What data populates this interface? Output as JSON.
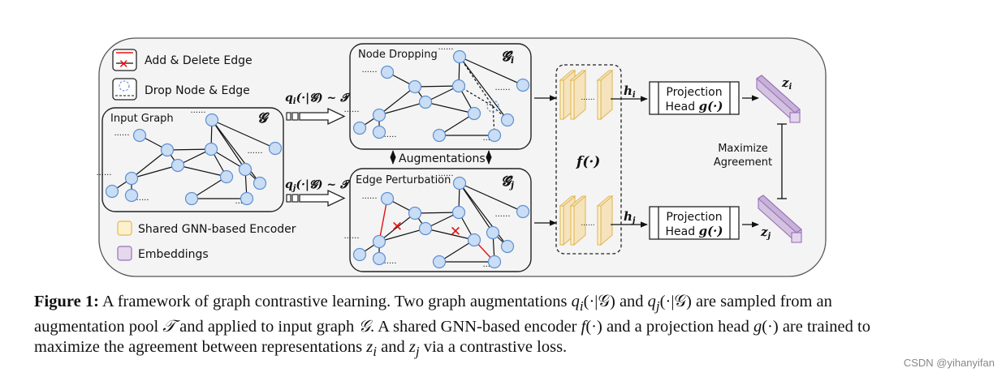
{
  "legend": {
    "add_delete_edge": "Add & Delete Edge",
    "drop_node_edge": "Drop Node & Edge",
    "shared_encoder": "Shared GNN-based Encoder",
    "embeddings": "Embeddings"
  },
  "input_graph": {
    "title": "Input Graph",
    "symbol": "𝓖"
  },
  "augment_top": {
    "label": "q_i(·|𝓖) ~ 𝓣",
    "q": "q",
    "sub": "i",
    "rest": "(·|𝓖) ~ 𝓣"
  },
  "augment_bottom": {
    "label": "q_j(·|𝓖) ~ 𝓣",
    "q": "q",
    "sub": "j",
    "rest": "(·|𝓖) ~ 𝓣"
  },
  "node_dropping": {
    "title": "Node Dropping",
    "symbol": "𝓖̂",
    "sub": "i"
  },
  "edge_perturbation": {
    "title": "Edge Perturbation",
    "symbol": "𝓖̂",
    "sub": "j"
  },
  "augmentations_label": "Augmentations",
  "encoder": {
    "label": "f(·)"
  },
  "hidden": {
    "top": "h",
    "top_sub": "i",
    "bottom": "h",
    "bottom_sub": "j"
  },
  "projection_head": {
    "line1": "Projection",
    "line2": "Head",
    "fn": "g(·)"
  },
  "embedding": {
    "top": "z",
    "top_sub": "i",
    "bottom": "z",
    "bottom_sub": "j"
  },
  "agreement": {
    "line1": "Maximize",
    "line2": "Agreement"
  },
  "ellipsis": "......",
  "colors": {
    "node_fill": "#c9ddf5",
    "node_stroke": "#5f8fd0",
    "encoder_fill": "#f5e3bd",
    "encoder_stroke": "#e0b95a",
    "embed_fill": "#dccde6",
    "embed_stroke": "#9a70b8",
    "edge_add_delete": "#e81010",
    "panel_bg": "#f4f4f4"
  },
  "caption": {
    "label": "Figure 1:",
    "text_1": " A framework of graph contrastive learning. Two graph augmentations ",
    "qi": "q",
    "qi_sub": "i",
    "cond": "(·|𝒢)",
    "text_2": " and ",
    "qj": "q",
    "qj_sub": "j",
    "text_3": " are sampled from an augmentation pool ",
    "pool": "𝒯",
    "text_4": " and applied to input graph ",
    "graph": "𝒢",
    "text_5": ". A shared GNN-based encoder ",
    "f": "f",
    "paren": "(·)",
    "text_6": " and a projection head ",
    "g": "g",
    "text_7": " are trained to maximize the agreement between representations ",
    "zi": "z",
    "zi_sub": "i",
    "text_8": " and ",
    "zj": "z",
    "zj_sub": "j",
    "text_9": " via a contrastive loss."
  },
  "watermark": "CSDN @yihanyifan"
}
